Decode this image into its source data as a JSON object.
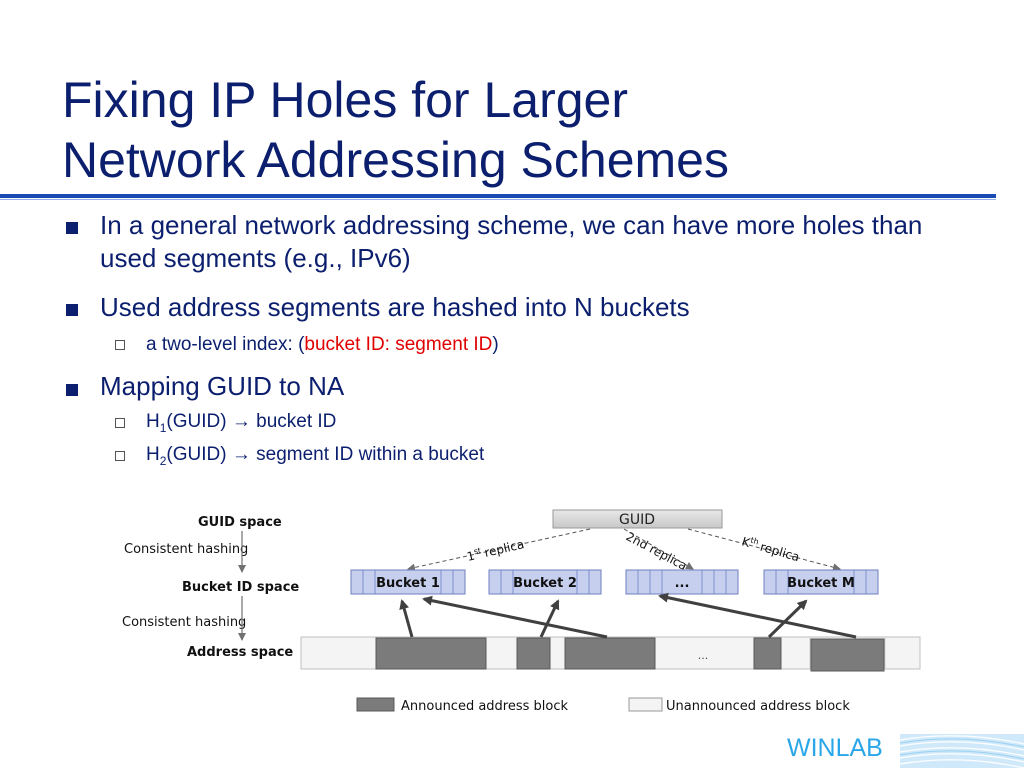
{
  "slide": {
    "title_line1": "Fixing IP Holes for Larger",
    "title_line2": "Network Addressing Schemes",
    "bullets": [
      {
        "text": "In a general network addressing scheme, we can have more holes than used segments (e.g., IPv6)"
      },
      {
        "text": "Used address segments are hashed into N buckets"
      },
      {
        "text": "Mapping GUID to NA"
      }
    ],
    "sub_index_prefix": "a two-level index: (",
    "sub_index_red": "bucket ID: segment ID",
    "sub_index_suffix": ")",
    "h1_H": "H",
    "h1_sub": "1",
    "h1_text": "(GUID) → bucket ID",
    "h2_H": "H",
    "h2_sub": "2",
    "h2_text": "(GUID) → segment ID within a bucket",
    "footer": "WINLAB"
  },
  "diagram": {
    "guid_space": "GUID space",
    "consistent_hashing_1": "Consistent hashing",
    "bucket_id_space": "Bucket ID space",
    "consistent_hashing_2": "Consistent hashing",
    "address_space": "Address space",
    "guid": "GUID",
    "replica1_num": "1",
    "replica1_sup": "st",
    "replica_word": "replica",
    "replica2": "2nd replica",
    "replicaK_num": "K",
    "replicaK_sup": "th",
    "bucket1": "Bucket 1",
    "bucket2": "Bucket 2",
    "bucket_dots": "...",
    "bucketM": "Bucket M",
    "addr_dots": "...",
    "legend_announced": "Announced address block",
    "legend_unannounced": "Unannounced address block",
    "colors": {
      "bucket_fill": "#c6cfee",
      "bucket_stroke": "#6f7fc0",
      "announced": "#7b7b7b",
      "unannounced": "#f4f4f4",
      "arrow": "#404040"
    }
  }
}
